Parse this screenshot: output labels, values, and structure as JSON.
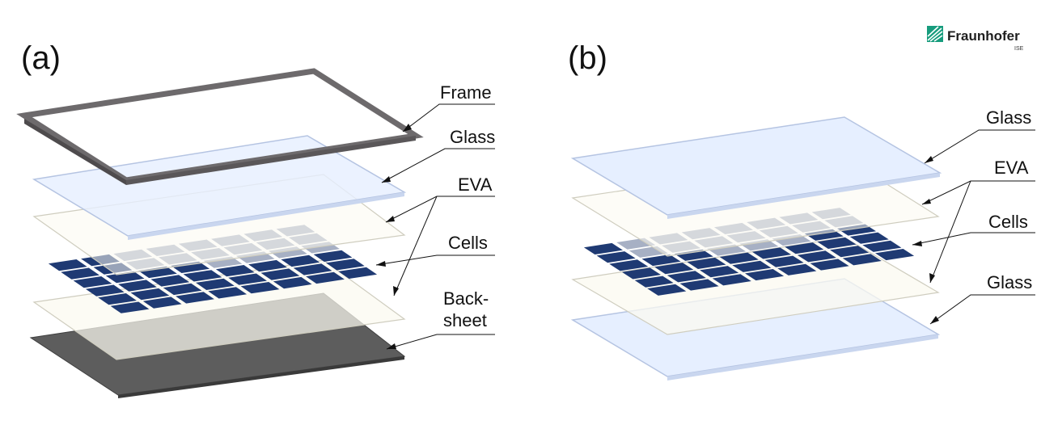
{
  "logo": {
    "name": "Fraunhofer",
    "sub": "ISE"
  },
  "panel_a": {
    "label": "(a)",
    "layers": {
      "frame": "Frame",
      "glass": "Glass",
      "eva": "EVA",
      "cells": "Cells",
      "backsheet_1": "Back-",
      "backsheet_2": "sheet"
    }
  },
  "panel_b": {
    "label": "(b)",
    "layers": {
      "glass_top": "Glass",
      "eva": "EVA",
      "cells": "Cells",
      "glass_bottom": "Glass"
    }
  },
  "colors": {
    "frame": "#6d6a6c",
    "glass_fill": "#e6efff",
    "glass_edge": "#b7c6e4",
    "eva_fill": "#fbfaf0",
    "eva_edge": "#d8d6c8",
    "cell": "#1f3a73",
    "cell_under_glass": "#a7b0c4",
    "backsheet": "#5d5d5d",
    "logo_green": "#179c7d"
  }
}
